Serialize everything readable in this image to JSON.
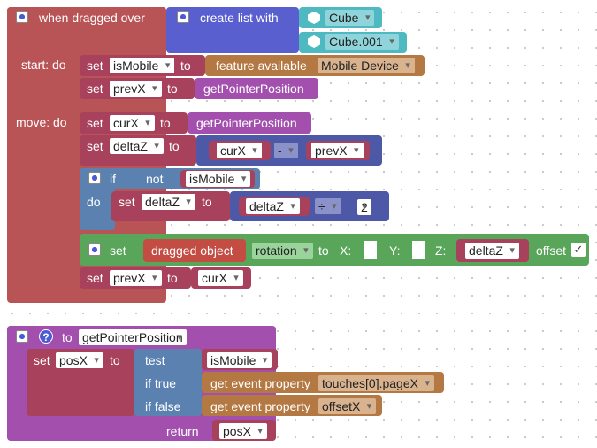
{
  "colors": {
    "event_red": "#b85456",
    "list_blue": "#5a5fcf",
    "cube_teal": "#4fb9c2",
    "variable_pink": "#a8415c",
    "procedure_purple": "#a24fae",
    "math_navy": "#4d58a6",
    "logic_blue": "#5b81b0",
    "scene_green": "#59a65a",
    "feature_brown": "#b47842",
    "object_red": "#c34c43"
  },
  "event_block": {
    "title": "when dragged over",
    "create_list": "create list with",
    "items": [
      "Cube",
      "Cube.001"
    ],
    "start_label": "start: do",
    "move_label": "move: do"
  },
  "start_statements": {
    "set1": {
      "set": "set",
      "var": "isMobile",
      "to": "to",
      "feature_label": "feature available",
      "feature_value": "Mobile Device"
    },
    "set2": {
      "set": "set",
      "var": "prevX",
      "to": "to",
      "value": "getPointerPosition"
    }
  },
  "move_statements": {
    "set_curx": {
      "set": "set",
      "var": "curX",
      "to": "to",
      "value": "getPointerPosition"
    },
    "set_deltaz": {
      "set": "set",
      "var": "deltaZ",
      "to": "to",
      "a": "curX",
      "op": "-",
      "b": "prevX"
    },
    "if_block": {
      "if": "if",
      "not": "not",
      "cond_var": "isMobile",
      "do": "do",
      "set": "set",
      "var": "deltaZ",
      "to": "to",
      "a": "deltaZ",
      "op": "÷",
      "b": "2"
    },
    "rotation": {
      "set": "set",
      "object": "dragged object",
      "property": "rotation",
      "to": "to",
      "x": "X:",
      "y": "Y:",
      "z": "Z:",
      "z_var": "deltaZ",
      "offset": "offset",
      "check": "✓"
    },
    "set_prevx": {
      "set": "set",
      "var": "prevX",
      "to": "to",
      "value": "curX"
    }
  },
  "procedure": {
    "to": "to",
    "name": "getPointerPosition",
    "set": "set",
    "var": "posX",
    "to2": "to",
    "test": "test",
    "test_var": "isMobile",
    "if_true": "if true",
    "if_false": "if false",
    "event_prop": "get event property",
    "true_prop": "touches[0].pageX",
    "false_prop": "offsetX",
    "return": "return",
    "return_var": "posX"
  }
}
